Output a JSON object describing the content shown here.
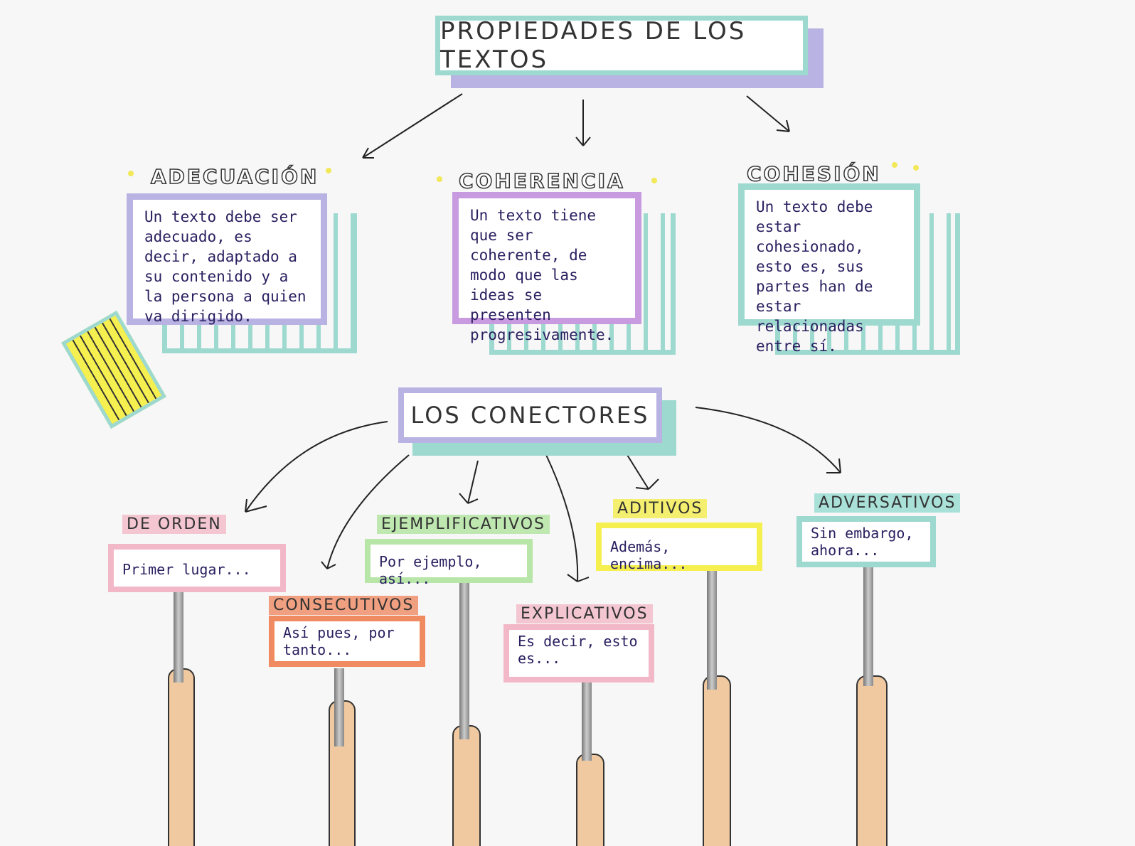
{
  "title": "PROPIEDADES DE LOS TEXTOS",
  "properties": [
    {
      "heading": "ADECUACIÓN",
      "text": "Un texto debe ser adecuado, es decir, adaptado a su contenido y a la persona a quien va dirigido.",
      "color": "#b8b3e3"
    },
    {
      "heading": "COHERENCIA",
      "text": "Un texto tiene que ser coherente, de modo que las ideas se presenten progresivamente.",
      "color": "#c89be0"
    },
    {
      "heading": "COHESIÓN",
      "text": "Un texto debe estar cohesionado, esto es, sus partes han de estar relacionadas entre sí.",
      "color": "#9ed9d0"
    }
  ],
  "connectors_title": "LOS CONECTORES",
  "connectors": [
    {
      "label": "DE ORDEN",
      "example": "Primer lugar...",
      "label_color": "#f3c6d2",
      "box_color": "#f3b8c8"
    },
    {
      "label": "CONSECUTIVOS",
      "example": "Así pues, por tanto...",
      "label_color": "#f0a080",
      "box_color": "#f08a60"
    },
    {
      "label": "EJEMPLIFICATIVOS",
      "example": "Por ejemplo, así...",
      "label_color": "#bfe7b0",
      "box_color": "#b8e6a8"
    },
    {
      "label": "EXPLICATIVOS",
      "example": "Es decir, esto es...",
      "label_color": "#f3c6d2",
      "box_color": "#f3b8c8"
    },
    {
      "label": "ADITIVOS",
      "example": "Además, encima...",
      "label_color": "#f5ef70",
      "box_color": "#f5ef50"
    },
    {
      "label": "ADVERSATIVOS",
      "example": "Sin embargo, ahora...",
      "label_color": "#a9e0d8",
      "box_color": "#9ed9d0"
    }
  ]
}
